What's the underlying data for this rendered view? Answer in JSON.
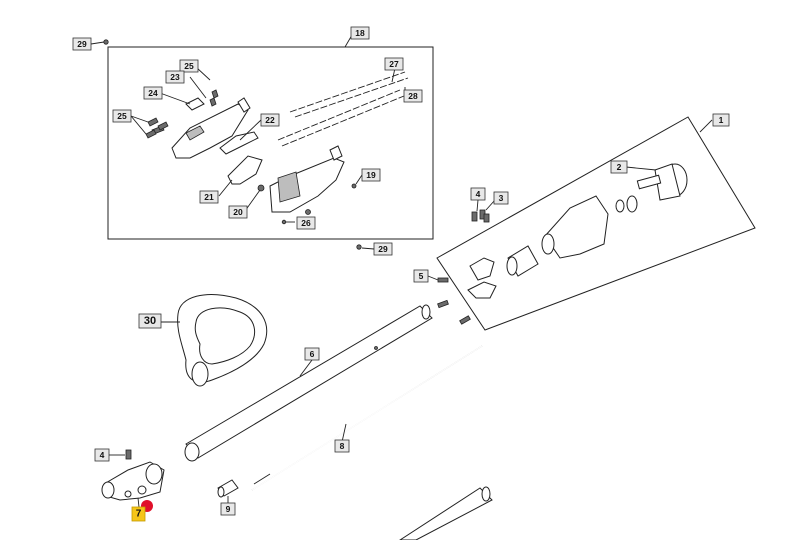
{
  "diagram": {
    "callouts": {
      "c1": "1",
      "c2": "2",
      "c3": "3",
      "c4a": "4",
      "c4b": "4",
      "c5": "5",
      "c6": "6",
      "c7": "7",
      "c8": "8",
      "c9": "9",
      "c18": "18",
      "c19": "19",
      "c20": "20",
      "c21": "21",
      "c22": "22",
      "c23": "23",
      "c24": "24",
      "c25a": "25",
      "c25b": "25",
      "c26": "26",
      "c27": "27",
      "c28": "28",
      "c29a": "29",
      "c29b": "29",
      "c30": "30"
    },
    "colors": {
      "highlight_label": "#f5c518",
      "highlight_dot": "#e0102a",
      "label_fill": "#e8e8e8",
      "line": "#222222"
    }
  }
}
